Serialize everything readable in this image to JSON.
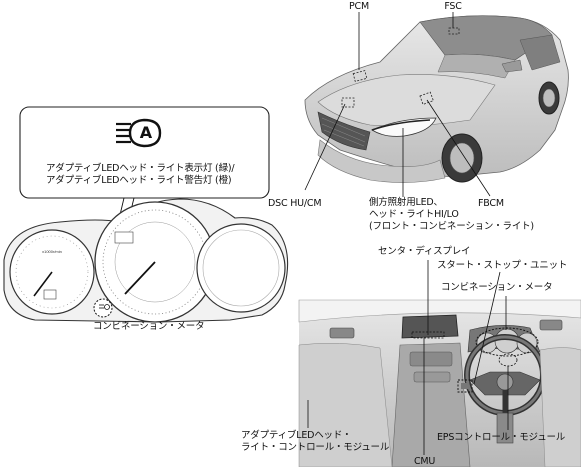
{
  "labels": {
    "pcm": "PCM",
    "fsc": "FSC",
    "dsc": "DSC HU/CM",
    "fbcm": "FBCM",
    "side_light_1": "側方照射用LED、",
    "side_light_2": "ヘッド・ライトHI/LO",
    "side_light_3": "(フロント・コンビネーション・ライト)",
    "indicator_1": "アダプティブLEDヘッド・ライト表示灯 (緑)/",
    "indicator_2": "アダプティブLEDヘッド・ライト警告灯 (橙)",
    "combi_meter_left": "コンビネーション・メータ",
    "center_display": "センタ・ディスプレイ",
    "start_stop": "スタート・ストップ・ユニット",
    "combi_meter_right": "コンビネーション・メータ",
    "adaptive_module_1": "アダプティブLEDヘッド・",
    "adaptive_module_2": "ライト・コントロール・モジュール",
    "eps": "EPSコントロール・モジュール",
    "cmu": "CMU"
  },
  "icon": {
    "name": "adaptive-headlight-icon",
    "letter": "A"
  }
}
